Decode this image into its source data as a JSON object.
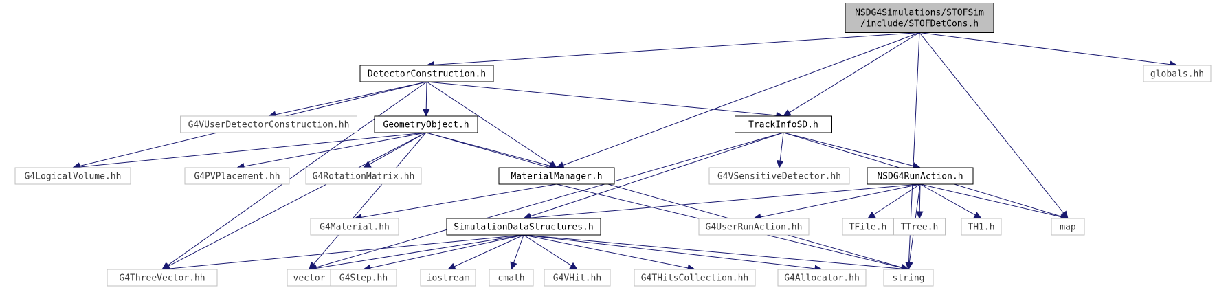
{
  "graph": {
    "nodes": [
      {
        "id": "root",
        "lines": [
          "NSDG4Simulations/STOFSim",
          "/include/STOFDetCons.h"
        ],
        "kind": "root"
      },
      {
        "id": "dc",
        "lines": [
          "DetectorConstruction.h"
        ],
        "kind": "project"
      },
      {
        "id": "globals",
        "lines": [
          "globals.hh"
        ],
        "kind": "external"
      },
      {
        "id": "g4udc",
        "lines": [
          "G4VUserDetectorConstruction.hh"
        ],
        "kind": "external"
      },
      {
        "id": "geo",
        "lines": [
          "GeometryObject.h"
        ],
        "kind": "project"
      },
      {
        "id": "track",
        "lines": [
          "TrackInfoSD.h"
        ],
        "kind": "project"
      },
      {
        "id": "lv",
        "lines": [
          "G4LogicalVolume.hh"
        ],
        "kind": "external"
      },
      {
        "id": "pvp",
        "lines": [
          "G4PVPlacement.hh"
        ],
        "kind": "external"
      },
      {
        "id": "rot",
        "lines": [
          "G4RotationMatrix.hh"
        ],
        "kind": "external"
      },
      {
        "id": "mat",
        "lines": [
          "MaterialManager.h"
        ],
        "kind": "project"
      },
      {
        "id": "sens",
        "lines": [
          "G4VSensitiveDetector.hh"
        ],
        "kind": "external"
      },
      {
        "id": "run",
        "lines": [
          "NSDG4RunAction.h"
        ],
        "kind": "project"
      },
      {
        "id": "g4mat",
        "lines": [
          "G4Material.hh"
        ],
        "kind": "external"
      },
      {
        "id": "sds",
        "lines": [
          "SimulationDataStructures.h"
        ],
        "kind": "project"
      },
      {
        "id": "ura",
        "lines": [
          "G4UserRunAction.hh"
        ],
        "kind": "external"
      },
      {
        "id": "tfile",
        "lines": [
          "TFile.h"
        ],
        "kind": "external"
      },
      {
        "id": "ttree",
        "lines": [
          "TTree.h"
        ],
        "kind": "external"
      },
      {
        "id": "th1",
        "lines": [
          "TH1.h"
        ],
        "kind": "external"
      },
      {
        "id": "map",
        "lines": [
          "map"
        ],
        "kind": "external"
      },
      {
        "id": "tv",
        "lines": [
          "G4ThreeVector.hh"
        ],
        "kind": "external"
      },
      {
        "id": "vector",
        "lines": [
          "vector"
        ],
        "kind": "external"
      },
      {
        "id": "step",
        "lines": [
          "G4Step.hh"
        ],
        "kind": "external"
      },
      {
        "id": "iostream",
        "lines": [
          "iostream"
        ],
        "kind": "external"
      },
      {
        "id": "cmath",
        "lines": [
          "cmath"
        ],
        "kind": "external"
      },
      {
        "id": "vhit",
        "lines": [
          "G4VHit.hh"
        ],
        "kind": "external"
      },
      {
        "id": "thc",
        "lines": [
          "G4THitsCollection.hh"
        ],
        "kind": "external"
      },
      {
        "id": "alloc",
        "lines": [
          "G4Allocator.hh"
        ],
        "kind": "external"
      },
      {
        "id": "string",
        "lines": [
          "string"
        ],
        "kind": "external"
      }
    ],
    "edges": [
      [
        "root",
        "dc"
      ],
      [
        "root",
        "globals"
      ],
      [
        "root",
        "track"
      ],
      [
        "root",
        "mat"
      ],
      [
        "root",
        "map"
      ],
      [
        "root",
        "string"
      ],
      [
        "dc",
        "g4udc"
      ],
      [
        "dc",
        "geo"
      ],
      [
        "dc",
        "track"
      ],
      [
        "dc",
        "lv"
      ],
      [
        "dc",
        "mat"
      ],
      [
        "dc",
        "tv"
      ],
      [
        "geo",
        "lv"
      ],
      [
        "geo",
        "pvp"
      ],
      [
        "geo",
        "rot"
      ],
      [
        "geo",
        "mat"
      ],
      [
        "geo",
        "tv"
      ],
      [
        "geo",
        "vector"
      ],
      [
        "geo",
        "string"
      ],
      [
        "track",
        "sens"
      ],
      [
        "track",
        "run"
      ],
      [
        "track",
        "sds"
      ],
      [
        "track",
        "map"
      ],
      [
        "track",
        "vector"
      ],
      [
        "mat",
        "g4mat"
      ],
      [
        "mat",
        "string"
      ],
      [
        "run",
        "sds"
      ],
      [
        "run",
        "ura"
      ],
      [
        "run",
        "tfile"
      ],
      [
        "run",
        "ttree"
      ],
      [
        "run",
        "th1"
      ],
      [
        "run",
        "map"
      ],
      [
        "run",
        "string"
      ],
      [
        "sds",
        "tv"
      ],
      [
        "sds",
        "vector"
      ],
      [
        "sds",
        "step"
      ],
      [
        "sds",
        "iostream"
      ],
      [
        "sds",
        "cmath"
      ],
      [
        "sds",
        "vhit"
      ],
      [
        "sds",
        "thc"
      ],
      [
        "sds",
        "alloc"
      ],
      [
        "sds",
        "string"
      ]
    ]
  }
}
